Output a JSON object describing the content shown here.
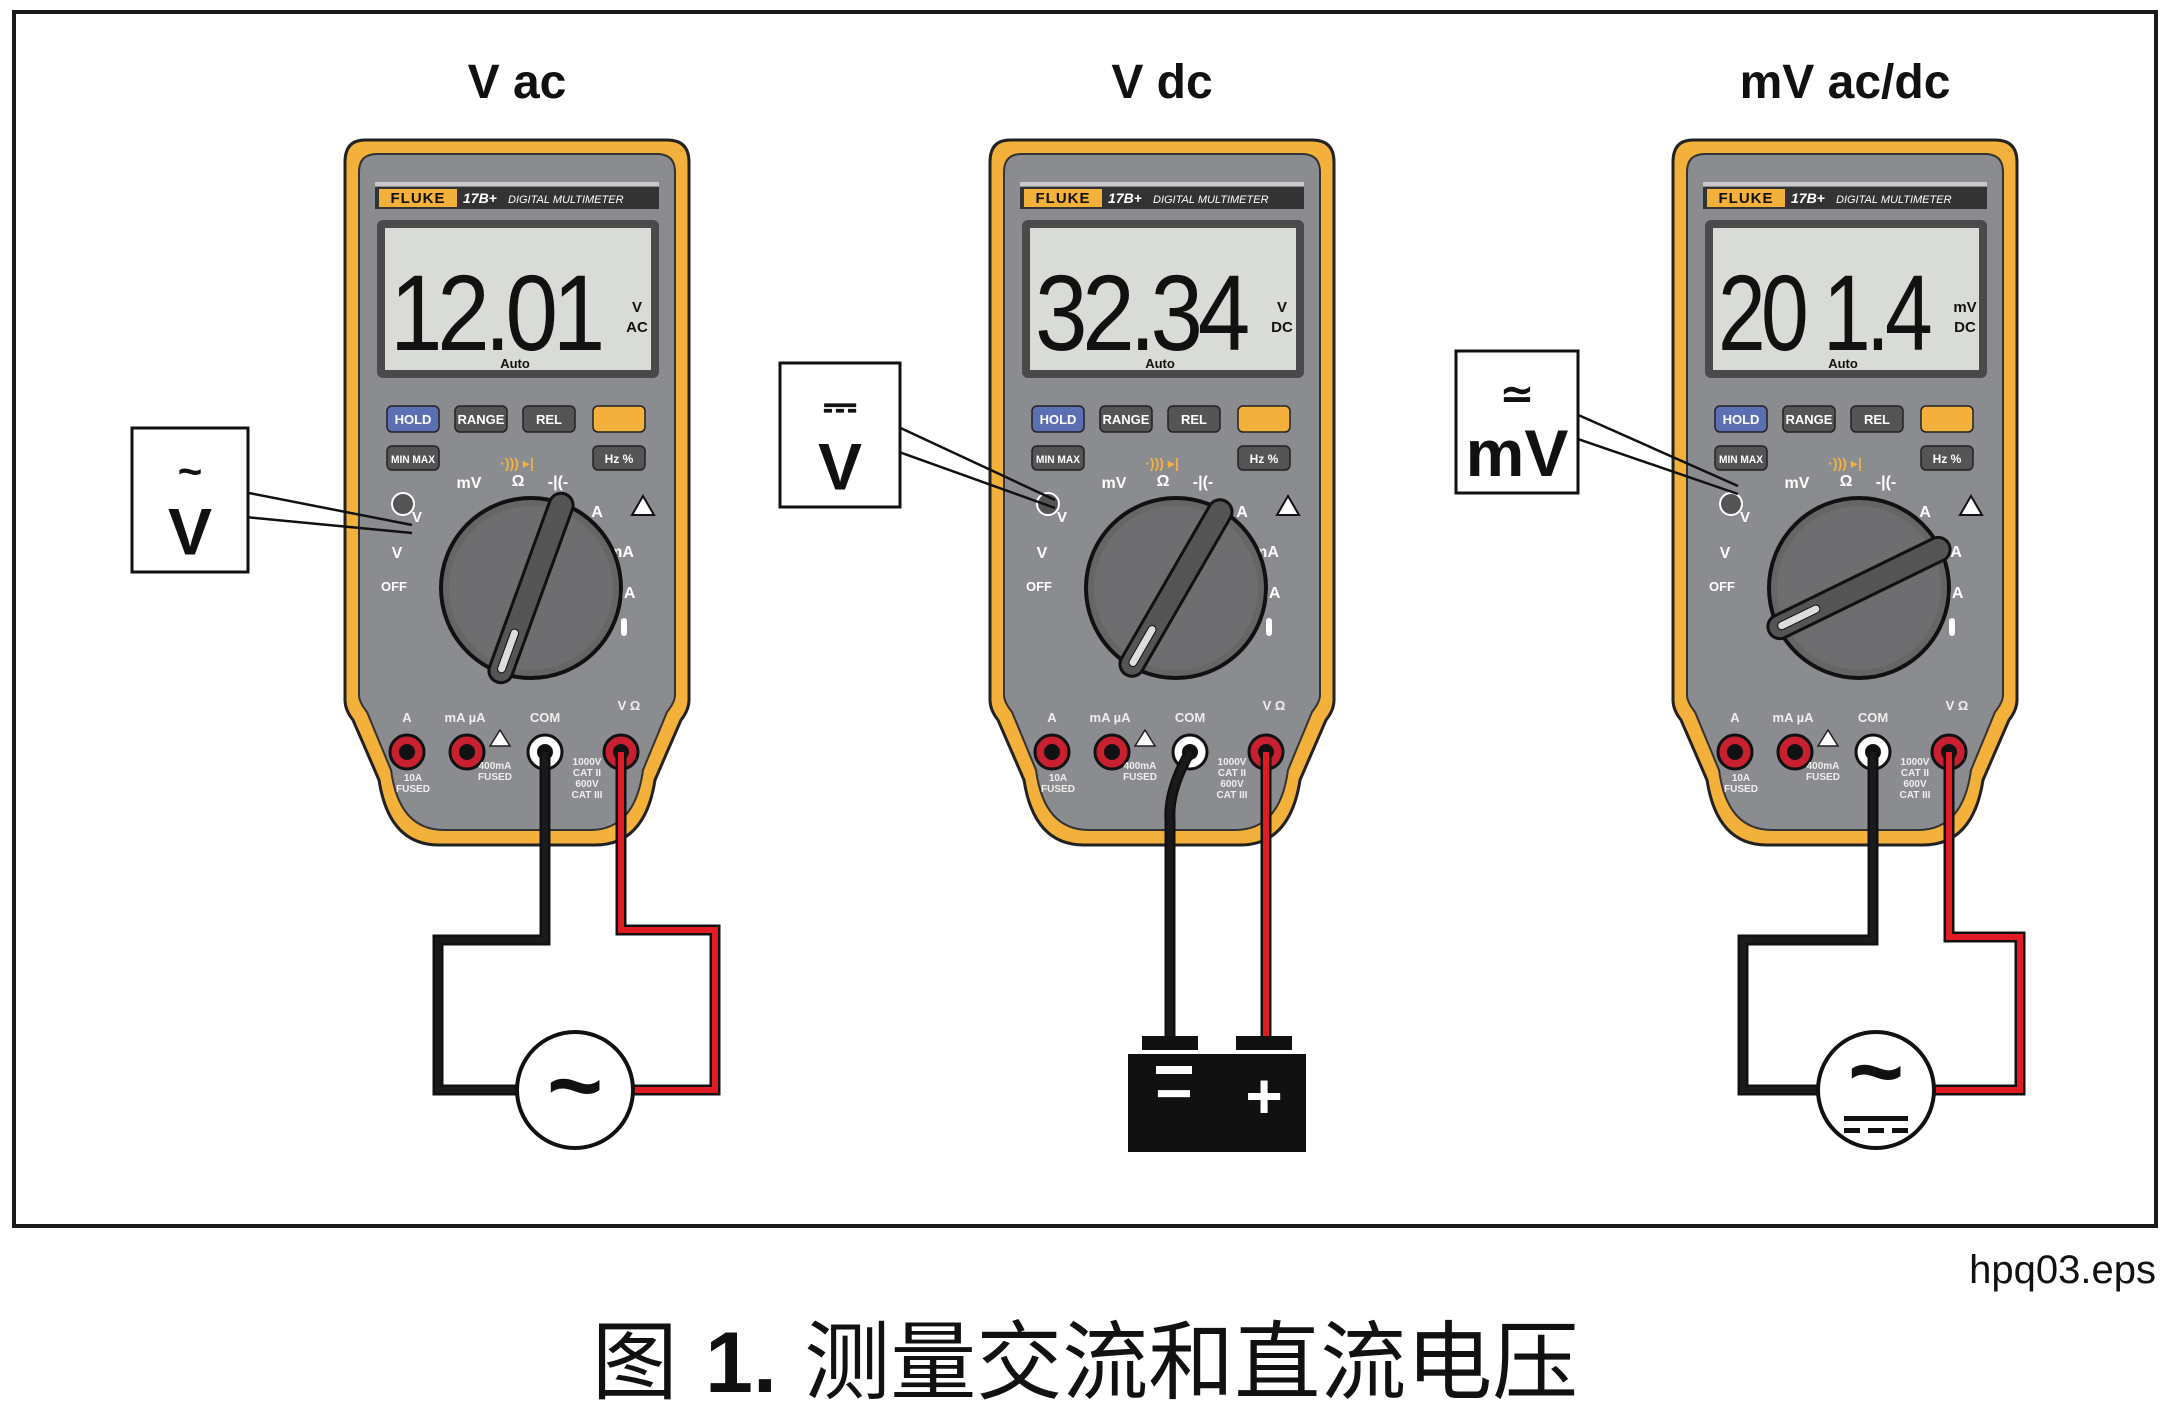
{
  "meters": [
    {
      "title": "V ac",
      "reading": "12.01",
      "unit_top": "V",
      "unit_bottom": "AC",
      "mode": "Auto",
      "callout_top": "~",
      "callout_main": "V",
      "source_symbol": "~"
    },
    {
      "title": "V dc",
      "reading": "32.34",
      "unit_top": "V",
      "unit_bottom": "DC",
      "mode": "Auto",
      "callout_top": "⎓",
      "callout_main": "V",
      "battery_minus": "−",
      "battery_plus": "+"
    },
    {
      "title": "mV ac/dc",
      "reading": "20 1.4",
      "unit_top": "mV",
      "unit_bottom": "DC",
      "mode": "Auto",
      "callout_top": "≃",
      "callout_main": "mV",
      "source_symbol": "~"
    }
  ],
  "meter_labels": {
    "brand": "FLUKE",
    "model": "17B+",
    "model_desc": "DIGITAL MULTIMETER",
    "hold": "HOLD",
    "range": "RANGE",
    "rel": "REL",
    "minmax": "MIN MAX",
    "hz": "Hz %",
    "off": "OFF",
    "dial_v_ac": "V",
    "dial_v_dc": "V",
    "dial_mv": "mV",
    "dial_ohm": "Ω",
    "dial_a": "A",
    "dial_ma": "mA",
    "dial_ua": "µA",
    "jack_a": "A",
    "jack_ma": "mA µA",
    "jack_com": "COM",
    "jack_v": "V Ω",
    "fuse_10a": "10A",
    "fuse_10a_sub": "FUSED",
    "fuse_400ma": "400mA",
    "fuse_400ma_sub": "FUSED",
    "cat1": "1000V",
    "cat2": "CAT II",
    "cat3": "600V",
    "cat4": "CAT III"
  },
  "colors": {
    "body_yellow": "#f3b13b",
    "body_gray": "#8b8c8f",
    "lcd": "#d9dbd7",
    "hold_blue": "#5b6fb5",
    "jack_red": "#c8202e",
    "lead_red": "#e01b24",
    "lead_black": "#1a1a1a"
  },
  "file_name": "hpq03.eps",
  "caption": {
    "prefix": "图 ",
    "number": "1.",
    "text": " 测量交流和直流电压"
  }
}
